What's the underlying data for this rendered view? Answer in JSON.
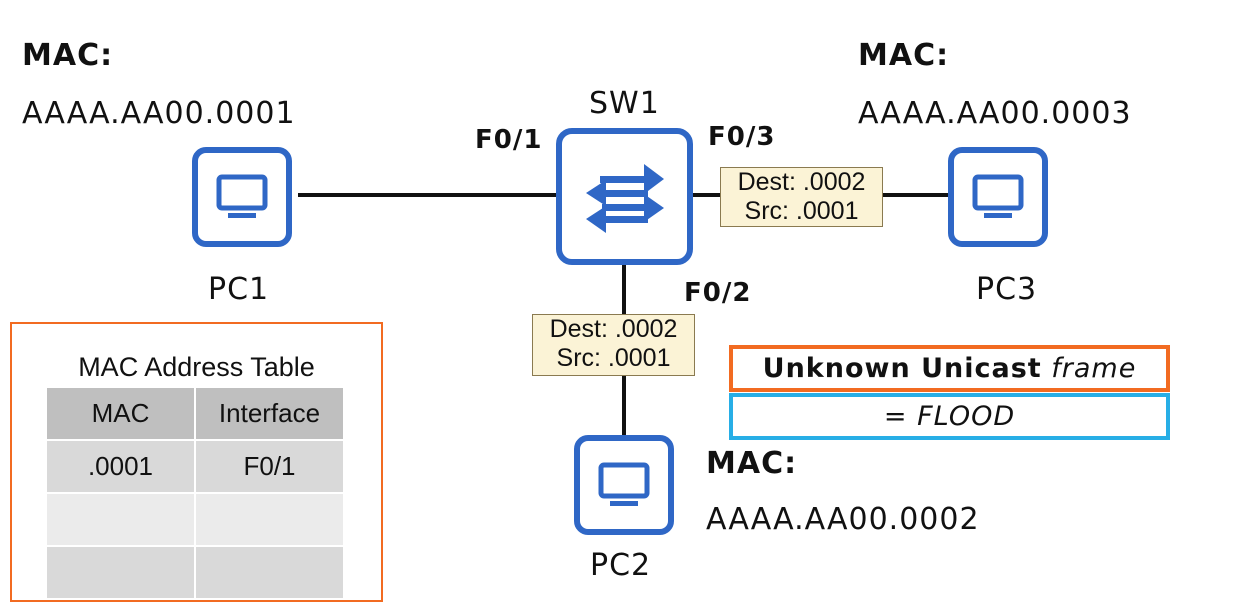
{
  "pc1": {
    "mac_label": "MAC:",
    "mac_value": "AAAA.AA00.0001",
    "label": "PC1"
  },
  "pc2": {
    "mac_label": "MAC:",
    "mac_value": "AAAA.AA00.0002",
    "label": "PC2"
  },
  "pc3": {
    "mac_label": "MAC:",
    "mac_value": "AAAA.AA00.0003",
    "label": "PC3"
  },
  "switch": {
    "label": "SW1",
    "ports": {
      "f01": "F0/1",
      "f02": "F0/2",
      "f03": "F0/3"
    }
  },
  "frames": {
    "to_pc3": {
      "dest": "Dest: .0002",
      "src": "Src: .0001"
    },
    "to_pc2": {
      "dest": "Dest: .0002",
      "src": "Src: .0001"
    }
  },
  "mac_table": {
    "title": "MAC Address Table",
    "headers": [
      "MAC",
      "Interface"
    ],
    "rows": [
      [
        ".0001",
        "F0/1"
      ],
      [
        "",
        ""
      ],
      [
        "",
        ""
      ]
    ]
  },
  "legend": {
    "bold_text": "Unknown Unicast",
    "rest_text": " frame",
    "result": "= FLOOD"
  },
  "colors": {
    "device_blue": "#2f67c6",
    "orange": "#f26b21",
    "light_blue": "#27aee6",
    "frame_bg": "#fbf3d6"
  },
  "icons": {
    "pc": "monitor-icon",
    "switch": "switch-arrows-icon"
  }
}
